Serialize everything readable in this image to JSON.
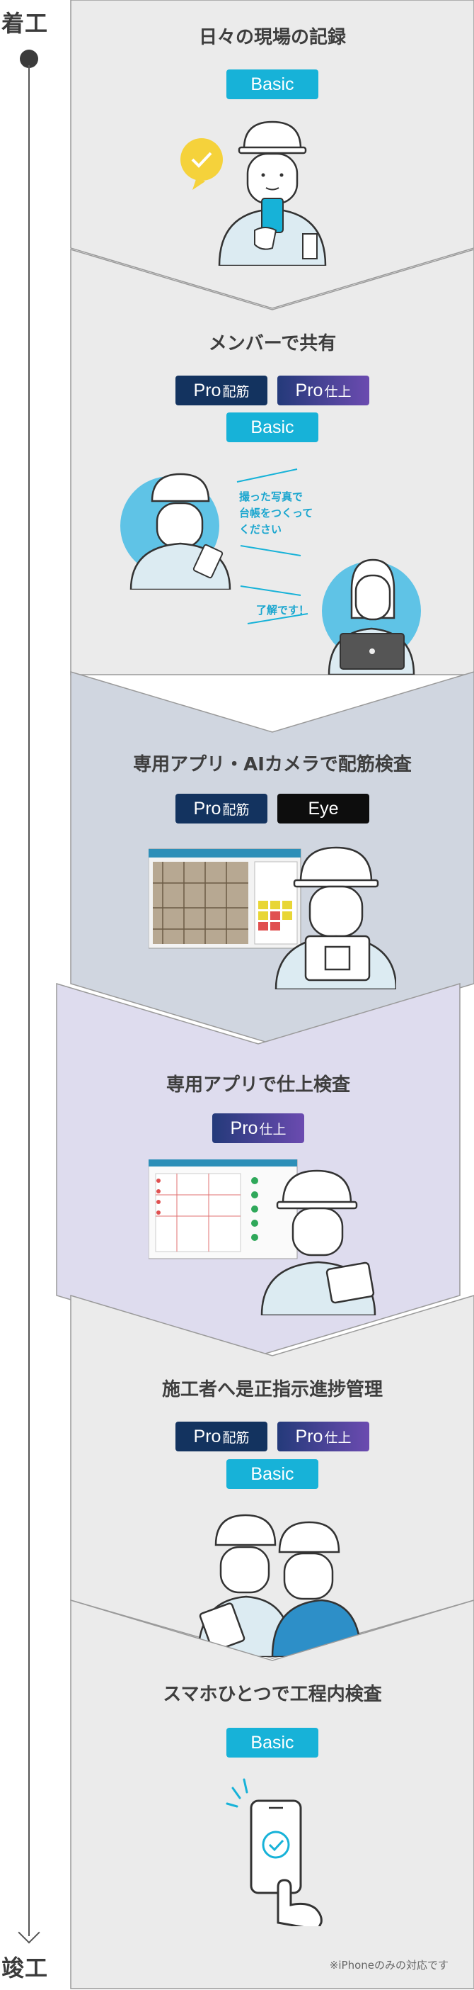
{
  "timeline": {
    "start": "着工",
    "end": "竣工"
  },
  "sections": [
    {
      "title": "日々の現場の記録",
      "badges": [
        "Basic"
      ]
    },
    {
      "title": "メンバーで共有",
      "badges_row1": [
        {
          "main": "Pro",
          "sub": "配筋"
        },
        {
          "main": "Pro",
          "sub": "仕上"
        }
      ],
      "badges_row2": [
        "Basic"
      ],
      "speech1": [
        "撮った写真で",
        "台帳をつくって",
        "ください"
      ],
      "speech2": "了解です！"
    },
    {
      "title": "専用アプリ・AIカメラで配筋検査",
      "badges_row1": [
        {
          "main": "Pro",
          "sub": "配筋"
        },
        {
          "main": "Eye",
          "sub": ""
        }
      ]
    },
    {
      "title": "専用アプリで仕上検査",
      "badges_row1": [
        {
          "main": "Pro",
          "sub": "仕上"
        }
      ]
    },
    {
      "title": "施工者へ是正指示進捗管理",
      "badges_row1": [
        {
          "main": "Pro",
          "sub": "配筋"
        },
        {
          "main": "Pro",
          "sub": "仕上"
        }
      ],
      "badges_row2": [
        "Basic"
      ]
    },
    {
      "title": "スマホひとつで工程内検査",
      "badges": [
        "Basic"
      ]
    }
  ],
  "footnote": "※iPhoneのみの対応です",
  "colors": {
    "gray": "#ebebeb",
    "blue_gray": "#d0d6e0",
    "lavender": "#dedcee",
    "cyan": "#17b2d8",
    "navy": "#13335f"
  }
}
